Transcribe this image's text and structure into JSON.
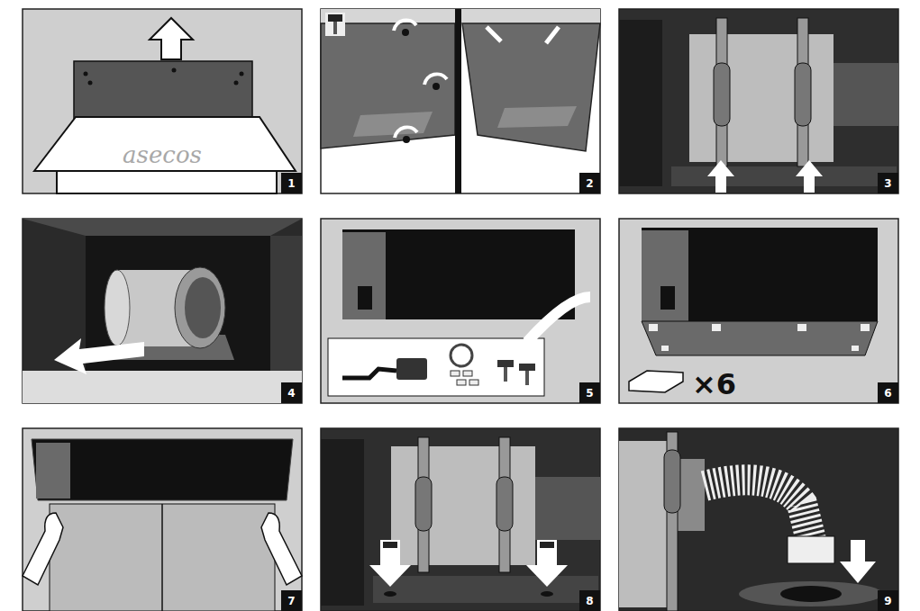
{
  "diagram": {
    "labels": [
      "asecos",
      "1",
      "2",
      "3",
      "4",
      "5",
      "6",
      "×6",
      "7",
      "8",
      "9"
    ]
  }
}
